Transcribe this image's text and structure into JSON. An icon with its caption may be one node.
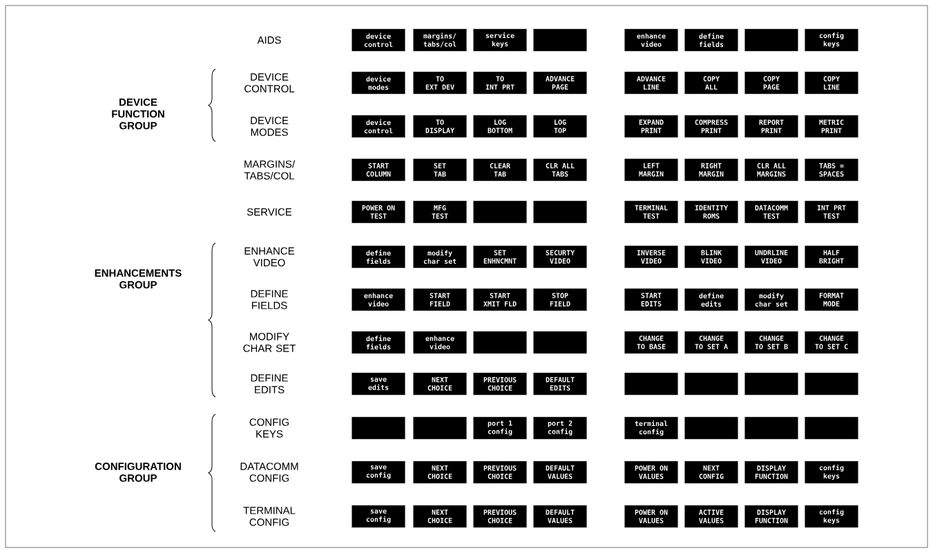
{
  "diagram": {
    "nodes": [
      {
        "text": [
          "device control"
        ]
      },
      {
        "text": [
          "margins/ tabs/col"
        ]
      },
      {
        "text": [
          "service keys"
        ]
      },
      {
        "text": [],
        "shape": "box"
      },
      {
        "text": [
          "enhance video"
        ]
      },
      {
        "text": [
          "define fields"
        ]
      },
      {
        "text": [],
        "shape": "box"
      },
      {
        "text": [
          "config keys"
        ]
      },
      {
        "text": [
          "device modes"
        ]
      },
      {
        "text": [
          "TO EXT DEV"
        ]
      },
      {
        "text": [
          "TO INT PRT"
        ]
      },
      {
        "text": [
          "ADVANCE PAGE"
        ]
      },
      {
        "text": [
          "ADVANCE LINE"
        ]
      },
      {
        "text": [
          "COPY ALL"
        ]
      },
      {
        "text": [
          "COPY PAGE"
        ]
      },
      {
        "text": [
          "COPY LINE"
        ]
      },
      {
        "text": [
          "device control"
        ]
      },
      {
        "text": [
          "TO DISPLAY"
        ]
      },
      {
        "text": [
          "LOG BOTTOM"
        ]
      },
      {
        "text": [
          "LOG TOP"
        ]
      },
      {
        "text": [
          "EXPAND PRINT"
        ]
      },
      {
        "text": [
          "COMPRESS PRINT"
        ]
      },
      {
        "text": [
          "REPORT PRINT"
        ]
      },
      {
        "text": [
          "METRIC PRINT"
        ]
      },
      {
        "text": [
          "START COLUMN"
        ]
      },
      {
        "text": [
          "SET TAB"
        ]
      },
      {
        "text": [
          "CLEAR TAB"
        ]
      },
      {
        "text": [
          "CLR ALL TABS"
        ]
      },
      {
        "text": [
          "LEFT MARGIN"
        ]
      },
      {
        "text": [
          "RIGHT MARGIN"
        ]
      },
      {
        "text": [
          "CLR ALL MARGINS"
        ]
      },
      {
        "text": [
          "TABS = SPACES"
        ]
      },
      {
        "text": [
          "POWER ON TEST"
        ]
      },
      {
        "text": [
          "MFG TEST"
        ]
      },
      {
        "text": [],
        "shape": "box"
      },
      {
        "text": [],
        "shape": "box"
      },
      {
        "text": [
          "TERMINAL TEST"
        ]
      },
      {
        "text": [
          "IDENTITY ROMS"
        ]
      },
      {
        "text": [
          "DATACOMM TEST"
        ]
      },
      {
        "text": [
          "INT PRT TEST"
        ]
      },
      {
        "text": [
          "define fields"
        ]
      },
      {
        "text": [
          "modify char set"
        ]
      },
      {
        "text": [
          "SET ENHNCMNT"
        ]
      },
      {
        "text": [
          "SECURTY VIDEO"
        ]
      },
      {
        "text": [
          "INVERSE VIDEO"
        ]
      },
      {
        "text": [
          "BLINK VIDEO"
        ]
      },
      {
        "text": [
          "UNDRLINE VIDEO"
        ]
      },
      {
        "text": [
          "HALF BRIGHT"
        ]
      },
      {
        "text": [
          "enhance video"
        ]
      },
      {
        "text": [
          "START FIELD"
        ]
      },
      {
        "text": [
          "START XMIT FLD"
        ]
      },
      {
        "text": [
          "STOP FIELD"
        ]
      },
      {
        "text": [
          "START EDITS"
        ]
      },
      {
        "text": [
          "define edits"
        ]
      },
      {
        "text": [
          "modify char set"
        ]
      },
      {
        "text": [
          "FORMAT MODE"
        ]
      },
      {
        "text": [
          "define fields"
        ]
      },
      {
        "text": [
          "enhance video"
        ]
      },
      {
        "text": [],
        "shape": "box"
      },
      {
        "text": [],
        "shape": "box"
      },
      {
        "text": [
          "CHANGE TO BASE"
        ]
      },
      {
        "text": [
          "CHANGE TO SET A"
        ]
      },
      {
        "text": [
          "CHANGE TO SET B"
        ]
      },
      {
        "text": [
          "CHANGE TO SET C"
        ]
      },
      {
        "text": [
          "save edits"
        ]
      },
      {
        "text": [
          "NEXT CHOICE"
        ]
      },
      {
        "text": [
          "PREVIOUS CHOICE"
        ]
      },
      {
        "text": [
          "DEFAULT EDITS"
        ]
      },
      {
        "text": [],
        "shape": "box"
      },
      {
        "text": [],
        "shape": "box"
      },
      {
        "text": [],
        "shape": "box"
      },
      {
        "text": [],
        "shape": "box"
      },
      {
        "text": [],
        "shape": "box"
      },
      {
        "text": [],
        "shape": "box"
      },
      {
        "text": [
          "port 1 config"
        ]
      },
      {
        "text": [
          "port 2 config"
        ]
      },
      {
        "text": [
          "terminal config"
        ]
      },
      {
        "text": [],
        "shape": "box"
      },
      {
        "text": [],
        "shape": "box"
      },
      {
        "text": [],
        "shape": "box"
      },
      {
        "text": [
          "save config"
        ]
      },
      {
        "text": [
          "NEXT CHOICE"
        ]
      },
      {
        "text": [
          "PREVIOUS CHOICE"
        ]
      },
      {
        "text": [
          "DEFAULT VALUES"
        ]
      },
      {
        "text": [
          "POWER ON VALUES"
        ]
      },
      {
        "text": [
          "NEXT CONFIG"
        ]
      },
      {
        "text": [
          "DISPLAY FUNCTION"
        ]
      },
      {
        "text": [
          "config keys"
        ]
      },
      {
        "text": [
          "save config"
        ]
      },
      {
        "text": [
          "NEXT CHOICE"
        ]
      },
      {
        "text": [
          "PREVIOUS CHOICE"
        ]
      },
      {
        "text": [
          "DEFAULT VALUES"
        ]
      },
      {
        "text": [
          "POWER ON VALUES"
        ]
      },
      {
        "text": [
          "ACTIVE VALUES"
        ]
      },
      {
        "text": [
          "DISPLAY FUNCTION"
        ]
      },
      {
        "text": [
          "config keys"
        ]
      }
    ],
    "labels": [
      "AIDS",
      "DEVICE FUNCTION GROUP",
      "DEVICE CONTROL",
      "DEVICE MODES",
      "MARGINS/ TABS/COL",
      "SERVICE",
      "ENHANCEMENTS GROUP",
      "ENHANCE VIDEO",
      "DEFINE FIELDS",
      "MODIFY CHAR SET",
      "DEFINE EDITS",
      "CONFIGURATION GROUP",
      "CONFIG KEYS",
      "DATACOMM CONFIG",
      "TERMINAL CONFIG"
    ]
  }
}
